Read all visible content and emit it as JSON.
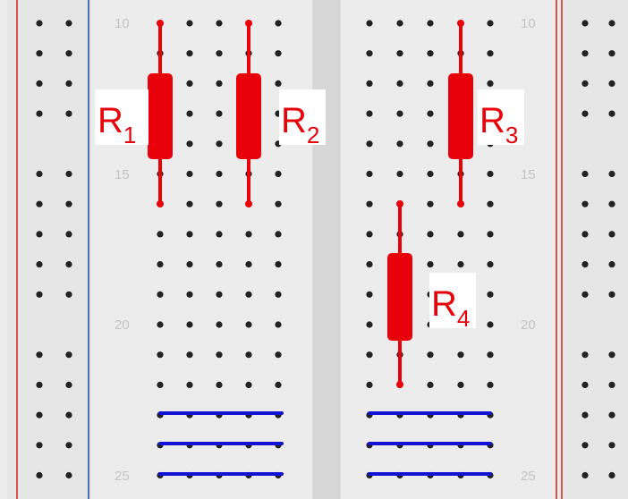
{
  "colors": {
    "board": "#ececec",
    "rail_stripe_red": "#d9534f",
    "rail_stripe_blue": "#4f6fb5",
    "center_channel": "#d7d7d7",
    "hole": "#222222",
    "resistor": "#e8000a",
    "jumper_wire": "#1212d6",
    "row_number": "#c4c4c4"
  },
  "row_numbers": {
    "left": [
      "10",
      "15",
      "20",
      "25"
    ],
    "right": [
      "10",
      "15",
      "20",
      "25"
    ]
  },
  "resistors": [
    {
      "name": "R1",
      "letter": "R",
      "subscript": "1"
    },
    {
      "name": "R2",
      "letter": "R",
      "subscript": "2"
    },
    {
      "name": "R3",
      "letter": "R",
      "subscript": "3"
    },
    {
      "name": "R4",
      "letter": "R",
      "subscript": "4"
    }
  ],
  "jumper_wire_count": 6
}
